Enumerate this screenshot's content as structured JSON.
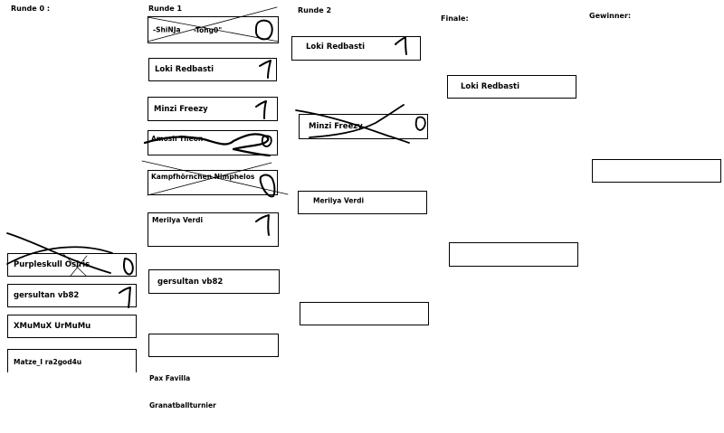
{
  "headers": {
    "r0": "Runde 0 :",
    "r1": "Runde 1",
    "r2": "Runde 2",
    "final": "Finale:",
    "winner": "Gewinner:"
  },
  "round0": [
    {
      "name": "Purpleskull Osiris",
      "crossed": true
    },
    {
      "name": "gersultan vb82",
      "crossed": false
    },
    {
      "name": "XMuMuX UrMuMu",
      "crossed": false
    },
    {
      "name": "Matze_I ra2god4u",
      "crossed": false
    }
  ],
  "round1": [
    {
      "name": "-ShiNJa",
      "name2": "-Tohg0\"",
      "crossed": true
    },
    {
      "name": "Loki Redbasti",
      "crossed": false
    },
    {
      "name": "Minzi Freezy",
      "crossed": false
    },
    {
      "name": "Amosh Theon",
      "crossed": true
    },
    {
      "name": "Kampfhörnchen Nimphelos",
      "crossed": true
    },
    {
      "name": "Merilya Verdi",
      "crossed": false
    },
    {
      "name": "gersultan vb82",
      "crossed": false
    },
    {
      "name": "",
      "crossed": false
    }
  ],
  "round1_extra": [
    "Pax Favilla",
    "Granatballturnier"
  ],
  "round2": [
    {
      "name": "Loki Redbasti",
      "crossed": false
    },
    {
      "name": "Minzi Freezy",
      "crossed": true
    },
    {
      "name": "Merilya Verdi",
      "crossed": false
    },
    {
      "name": "",
      "crossed": false
    }
  ],
  "final": [
    {
      "name": "Loki Redbasti",
      "crossed": false
    },
    {
      "name": "",
      "crossed": false
    }
  ],
  "winner": [
    {
      "name": "",
      "crossed": false
    }
  ],
  "scores": {
    "purpleskull": "0",
    "gersultan_r0": "1",
    "shinja_tohgo": "0",
    "loki_r1": "1",
    "minzi_r1": "1",
    "amosh": "0",
    "kampf": "0",
    "merilya_r1": "1",
    "loki_r2": "1",
    "minzi_r2": "0"
  }
}
